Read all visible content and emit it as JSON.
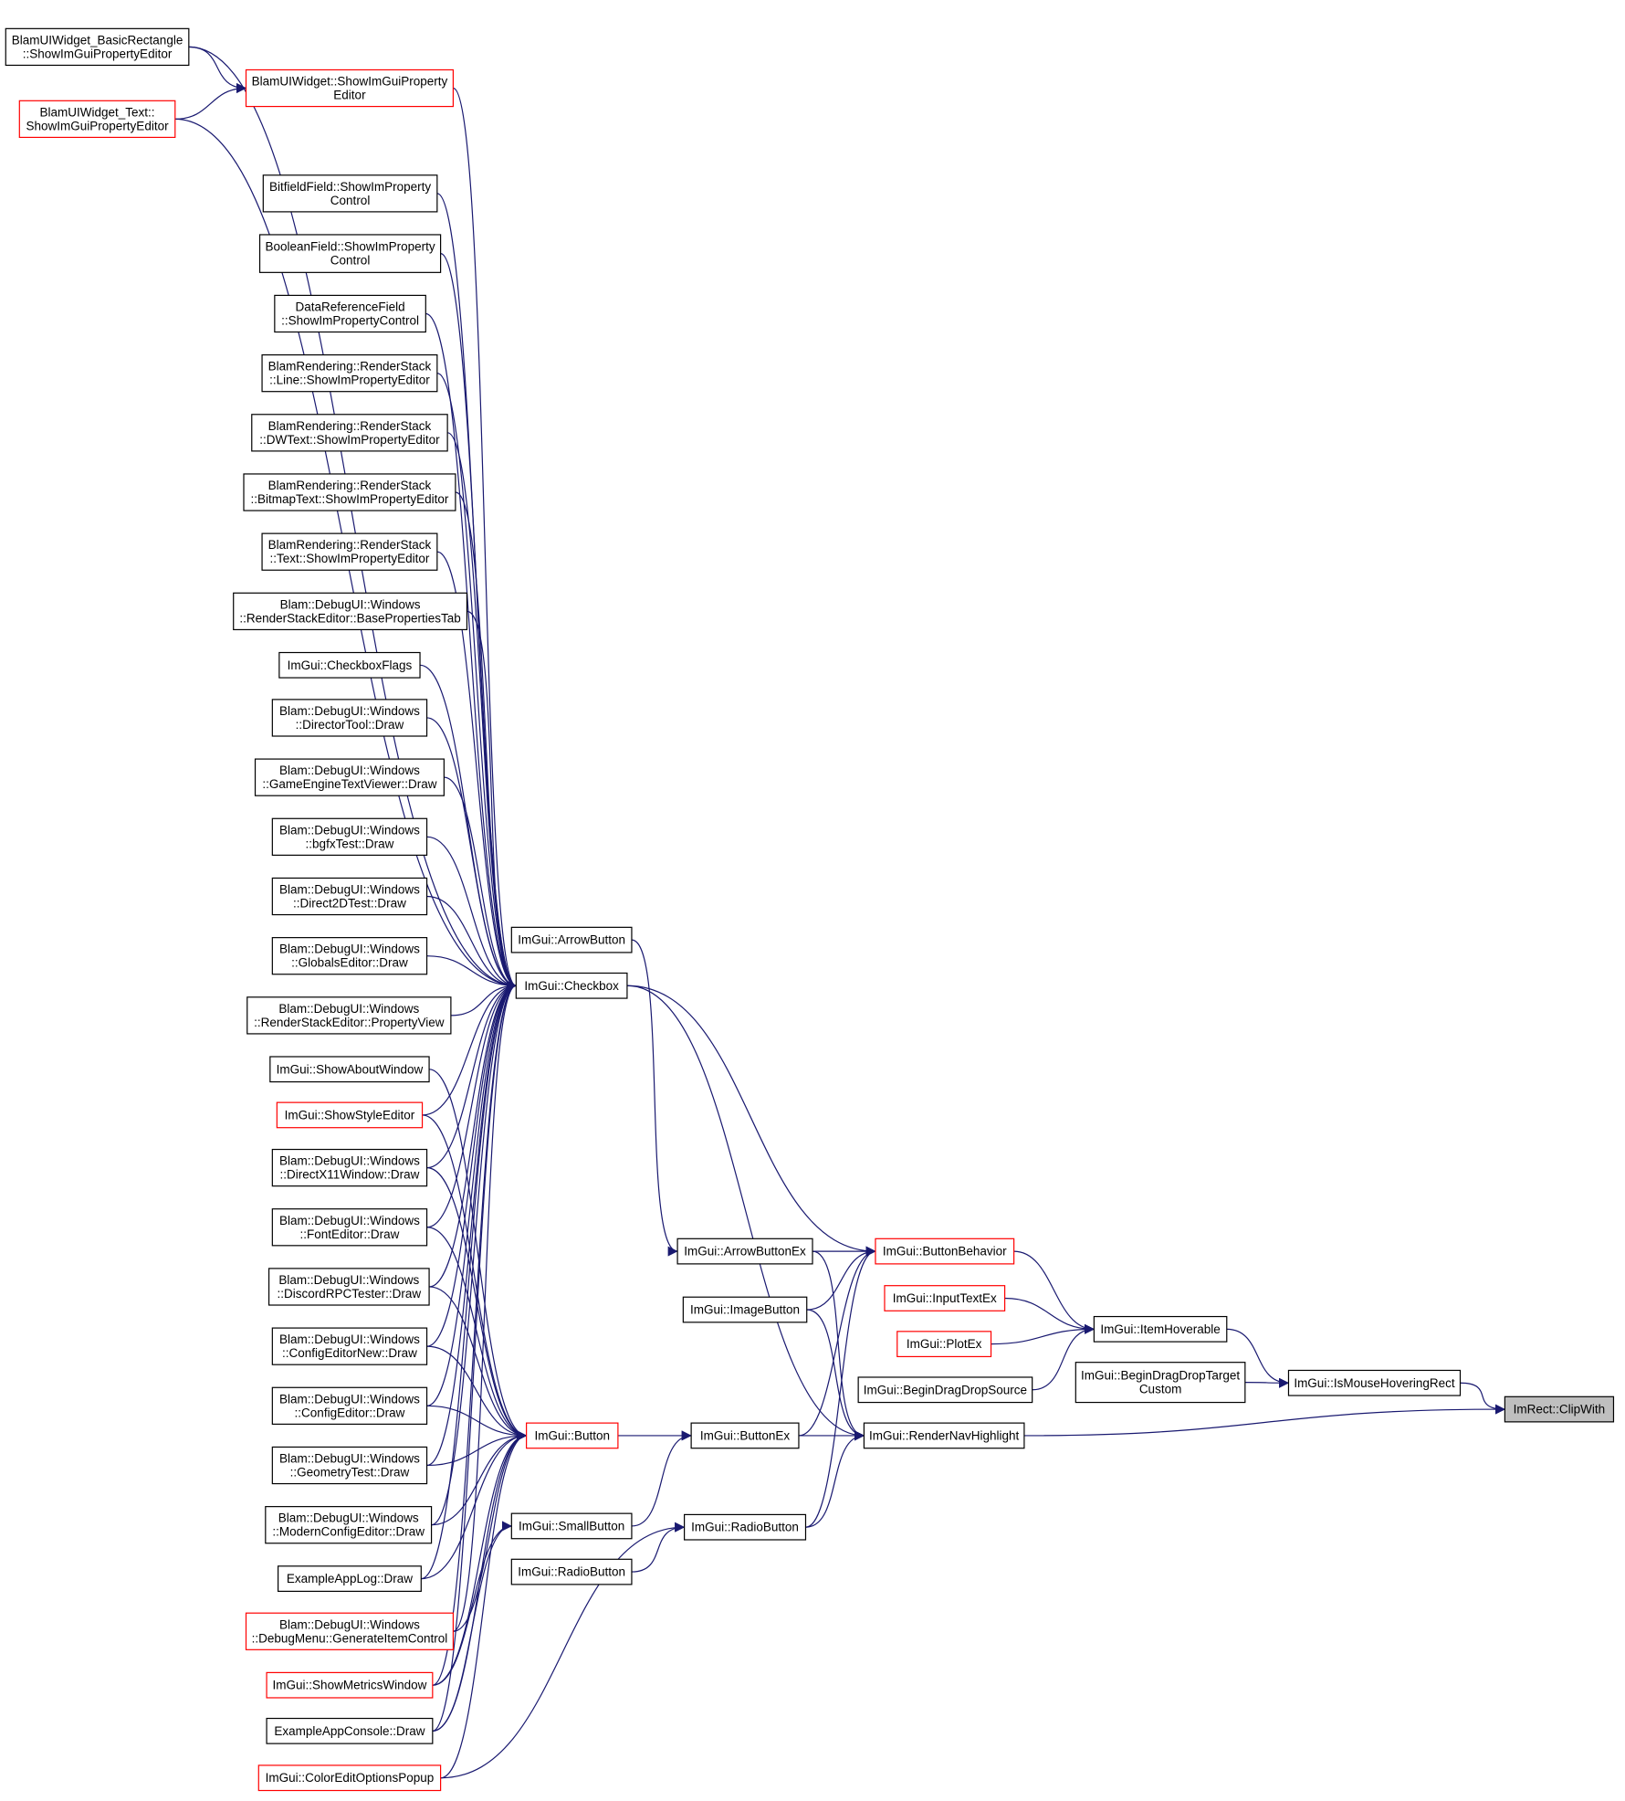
{
  "colors": {
    "edge": "#191970",
    "border_normal": "#000000",
    "border_truncated": "#ff0000",
    "root_fill": "#bfbfbf",
    "node_fill": "#ffffff"
  },
  "nodes": [
    {
      "id": "root",
      "lines": [
        "ImRect::ClipWith"
      ],
      "style": "root"
    },
    {
      "id": "ismousehoveringrect",
      "lines": [
        "ImGui::IsMouseHoveringRect"
      ],
      "style": "normal"
    },
    {
      "id": "itemhoverable",
      "lines": [
        "ImGui::ItemHoverable"
      ],
      "style": "normal"
    },
    {
      "id": "begindragdroptargetcustom",
      "lines": [
        "ImGui::BeginDragDropTarget",
        "Custom"
      ],
      "style": "normal"
    },
    {
      "id": "rendernavhighlight",
      "lines": [
        "ImGui::RenderNavHighlight"
      ],
      "style": "normal"
    },
    {
      "id": "buttonbehavior",
      "lines": [
        "ImGui::ButtonBehavior"
      ],
      "style": "truncated"
    },
    {
      "id": "inputtextex",
      "lines": [
        "ImGui::InputTextEx"
      ],
      "style": "truncated"
    },
    {
      "id": "plotex",
      "lines": [
        "ImGui::PlotEx"
      ],
      "style": "truncated"
    },
    {
      "id": "begindragdropsource",
      "lines": [
        "ImGui::BeginDragDropSource"
      ],
      "style": "normal"
    },
    {
      "id": "arrowbuttonex",
      "lines": [
        "ImGui::ArrowButtonEx"
      ],
      "style": "normal"
    },
    {
      "id": "imagebutton",
      "lines": [
        "ImGui::ImageButton"
      ],
      "style": "normal"
    },
    {
      "id": "buttonex",
      "lines": [
        "ImGui::ButtonEx"
      ],
      "style": "normal"
    },
    {
      "id": "radiobutton2",
      "lines": [
        "ImGui::RadioButton"
      ],
      "style": "normal"
    },
    {
      "id": "arrowbutton",
      "lines": [
        "ImGui::ArrowButton"
      ],
      "style": "normal"
    },
    {
      "id": "checkbox",
      "lines": [
        "ImGui::Checkbox"
      ],
      "style": "normal"
    },
    {
      "id": "button",
      "lines": [
        "ImGui::Button"
      ],
      "style": "truncated"
    },
    {
      "id": "smallbutton",
      "lines": [
        "ImGui::SmallButton"
      ],
      "style": "normal"
    },
    {
      "id": "radiobutton1",
      "lines": [
        "ImGui::RadioButton"
      ],
      "style": "normal"
    },
    {
      "id": "basicrect",
      "lines": [
        "BlamUIWidget_BasicRectangle",
        "::ShowImGuiPropertyEditor"
      ],
      "style": "normal"
    },
    {
      "id": "uiwidget",
      "lines": [
        "BlamUIWidget::ShowImGuiProperty",
        "Editor"
      ],
      "style": "truncated"
    },
    {
      "id": "uitext",
      "lines": [
        "BlamUIWidget_Text::",
        "ShowImGuiPropertyEditor"
      ],
      "style": "truncated"
    },
    {
      "id": "bitfield",
      "lines": [
        "BitfieldField::ShowImProperty",
        "Control"
      ],
      "style": "normal"
    },
    {
      "id": "boolean",
      "lines": [
        "BooleanField::ShowImProperty",
        "Control"
      ],
      "style": "normal"
    },
    {
      "id": "dataref",
      "lines": [
        "DataReferenceField",
        "::ShowImPropertyControl"
      ],
      "style": "normal"
    },
    {
      "id": "rs_line",
      "lines": [
        "BlamRendering::RenderStack",
        "::Line::ShowImPropertyEditor"
      ],
      "style": "normal"
    },
    {
      "id": "rs_dwtext",
      "lines": [
        "BlamRendering::RenderStack",
        "::DWText::ShowImPropertyEditor"
      ],
      "style": "normal"
    },
    {
      "id": "rs_bitmaptext",
      "lines": [
        "BlamRendering::RenderStack",
        "::BitmapText::ShowImPropertyEditor"
      ],
      "style": "normal"
    },
    {
      "id": "rs_text",
      "lines": [
        "BlamRendering::RenderStack",
        "::Text::ShowImPropertyEditor"
      ],
      "style": "normal"
    },
    {
      "id": "rse_baseprops",
      "lines": [
        "Blam::DebugUI::Windows",
        "::RenderStackEditor::BasePropertiesTab"
      ],
      "style": "normal"
    },
    {
      "id": "checkboxflags",
      "lines": [
        "ImGui::CheckboxFlags"
      ],
      "style": "normal"
    },
    {
      "id": "directortool",
      "lines": [
        "Blam::DebugUI::Windows",
        "::DirectorTool::Draw"
      ],
      "style": "normal"
    },
    {
      "id": "gametextviewer",
      "lines": [
        "Blam::DebugUI::Windows",
        "::GameEngineTextViewer::Draw"
      ],
      "style": "normal"
    },
    {
      "id": "bgfxtest",
      "lines": [
        "Blam::DebugUI::Windows",
        "::bgfxTest::Draw"
      ],
      "style": "normal"
    },
    {
      "id": "direct2dtest",
      "lines": [
        "Blam::DebugUI::Windows",
        "::Direct2DTest::Draw"
      ],
      "style": "normal"
    },
    {
      "id": "globalseditor",
      "lines": [
        "Blam::DebugUI::Windows",
        "::GlobalsEditor::Draw"
      ],
      "style": "normal"
    },
    {
      "id": "rse_propview",
      "lines": [
        "Blam::DebugUI::Windows",
        "::RenderStackEditor::PropertyView"
      ],
      "style": "normal"
    },
    {
      "id": "showaboutwindow",
      "lines": [
        "ImGui::ShowAboutWindow"
      ],
      "style": "normal"
    },
    {
      "id": "showstyleeditor",
      "lines": [
        "ImGui::ShowStyleEditor"
      ],
      "style": "truncated"
    },
    {
      "id": "directx11window",
      "lines": [
        "Blam::DebugUI::Windows",
        "::DirectX11Window::Draw"
      ],
      "style": "normal"
    },
    {
      "id": "fonteditor",
      "lines": [
        "Blam::DebugUI::Windows",
        "::FontEditor::Draw"
      ],
      "style": "normal"
    },
    {
      "id": "discordrpc",
      "lines": [
        "Blam::DebugUI::Windows",
        "::DiscordRPCTester::Draw"
      ],
      "style": "normal"
    },
    {
      "id": "configeditornew",
      "lines": [
        "Blam::DebugUI::Windows",
        "::ConfigEditorNew::Draw"
      ],
      "style": "normal"
    },
    {
      "id": "configeditor",
      "lines": [
        "Blam::DebugUI::Windows",
        "::ConfigEditor::Draw"
      ],
      "style": "normal"
    },
    {
      "id": "geometrytest",
      "lines": [
        "Blam::DebugUI::Windows",
        "::GeometryTest::Draw"
      ],
      "style": "normal"
    },
    {
      "id": "modernconfig",
      "lines": [
        "Blam::DebugUI::Windows",
        "::ModernConfigEditor::Draw"
      ],
      "style": "normal"
    },
    {
      "id": "exampleapplog",
      "lines": [
        "ExampleAppLog::Draw"
      ],
      "style": "normal"
    },
    {
      "id": "generateitemcontrol",
      "lines": [
        "Blam::DebugUI::Windows",
        "::DebugMenu::GenerateItemControl"
      ],
      "style": "truncated"
    },
    {
      "id": "showmetrics",
      "lines": [
        "ImGui::ShowMetricsWindow"
      ],
      "style": "truncated"
    },
    {
      "id": "exampleappconsole",
      "lines": [
        "ExampleAppConsole::Draw"
      ],
      "style": "normal"
    },
    {
      "id": "coloreditoptions",
      "lines": [
        "ImGui::ColorEditOptionsPopup"
      ],
      "style": "truncated"
    }
  ],
  "edges": [
    [
      "ismousehoveringrect",
      "root"
    ],
    [
      "rendernavhighlight",
      "root"
    ],
    [
      "itemhoverable",
      "ismousehoveringrect"
    ],
    [
      "begindragdroptargetcustom",
      "ismousehoveringrect"
    ],
    [
      "buttonbehavior",
      "itemhoverable"
    ],
    [
      "inputtextex",
      "itemhoverable"
    ],
    [
      "plotex",
      "itemhoverable"
    ],
    [
      "begindragdropsource",
      "itemhoverable"
    ],
    [
      "arrowbuttonex",
      "buttonbehavior"
    ],
    [
      "imagebutton",
      "buttonbehavior"
    ],
    [
      "buttonex",
      "buttonbehavior"
    ],
    [
      "radiobutton2",
      "buttonbehavior"
    ],
    [
      "checkbox",
      "buttonbehavior"
    ],
    [
      "arrowbuttonex",
      "rendernavhighlight"
    ],
    [
      "imagebutton",
      "rendernavhighlight"
    ],
    [
      "buttonex",
      "rendernavhighlight"
    ],
    [
      "radiobutton2",
      "rendernavhighlight"
    ],
    [
      "checkbox",
      "rendernavhighlight"
    ],
    [
      "arrowbutton",
      "arrowbuttonex"
    ],
    [
      "button",
      "buttonex"
    ],
    [
      "smallbutton",
      "buttonex"
    ],
    [
      "radiobutton1",
      "radiobutton2"
    ],
    [
      "coloreditoptions",
      "radiobutton2"
    ],
    [
      "basicrect",
      "uiwidget"
    ],
    [
      "uitext",
      "uiwidget"
    ],
    [
      "basicrect",
      "checkbox"
    ],
    [
      "uiwidget",
      "checkbox"
    ],
    [
      "uitext",
      "checkbox"
    ],
    [
      "bitfield",
      "checkbox"
    ],
    [
      "boolean",
      "checkbox"
    ],
    [
      "dataref",
      "checkbox"
    ],
    [
      "rs_line",
      "checkbox"
    ],
    [
      "rs_dwtext",
      "checkbox"
    ],
    [
      "rs_bitmaptext",
      "checkbox"
    ],
    [
      "rs_text",
      "checkbox"
    ],
    [
      "rse_baseprops",
      "checkbox"
    ],
    [
      "checkboxflags",
      "checkbox"
    ],
    [
      "directortool",
      "checkbox"
    ],
    [
      "gametextviewer",
      "checkbox"
    ],
    [
      "bgfxtest",
      "checkbox"
    ],
    [
      "direct2dtest",
      "checkbox"
    ],
    [
      "globalseditor",
      "checkbox"
    ],
    [
      "rse_propview",
      "checkbox"
    ],
    [
      "showstyleeditor",
      "checkbox"
    ],
    [
      "directx11window",
      "checkbox"
    ],
    [
      "fonteditor",
      "checkbox"
    ],
    [
      "discordrpc",
      "checkbox"
    ],
    [
      "configeditornew",
      "checkbox"
    ],
    [
      "configeditor",
      "checkbox"
    ],
    [
      "geometrytest",
      "checkbox"
    ],
    [
      "modernconfig",
      "checkbox"
    ],
    [
      "exampleapplog",
      "checkbox"
    ],
    [
      "generateitemcontrol",
      "checkbox"
    ],
    [
      "showmetrics",
      "checkbox"
    ],
    [
      "exampleappconsole",
      "checkbox"
    ],
    [
      "showaboutwindow",
      "button"
    ],
    [
      "showstyleeditor",
      "button"
    ],
    [
      "directx11window",
      "button"
    ],
    [
      "fonteditor",
      "button"
    ],
    [
      "discordrpc",
      "button"
    ],
    [
      "configeditornew",
      "button"
    ],
    [
      "configeditor",
      "button"
    ],
    [
      "geometrytest",
      "button"
    ],
    [
      "modernconfig",
      "button"
    ],
    [
      "exampleapplog",
      "button"
    ],
    [
      "generateitemcontrol",
      "button"
    ],
    [
      "showmetrics",
      "button"
    ],
    [
      "exampleappconsole",
      "button"
    ],
    [
      "coloreditoptions",
      "button"
    ],
    [
      "showmetrics",
      "smallbutton"
    ],
    [
      "exampleappconsole",
      "smallbutton"
    ]
  ]
}
